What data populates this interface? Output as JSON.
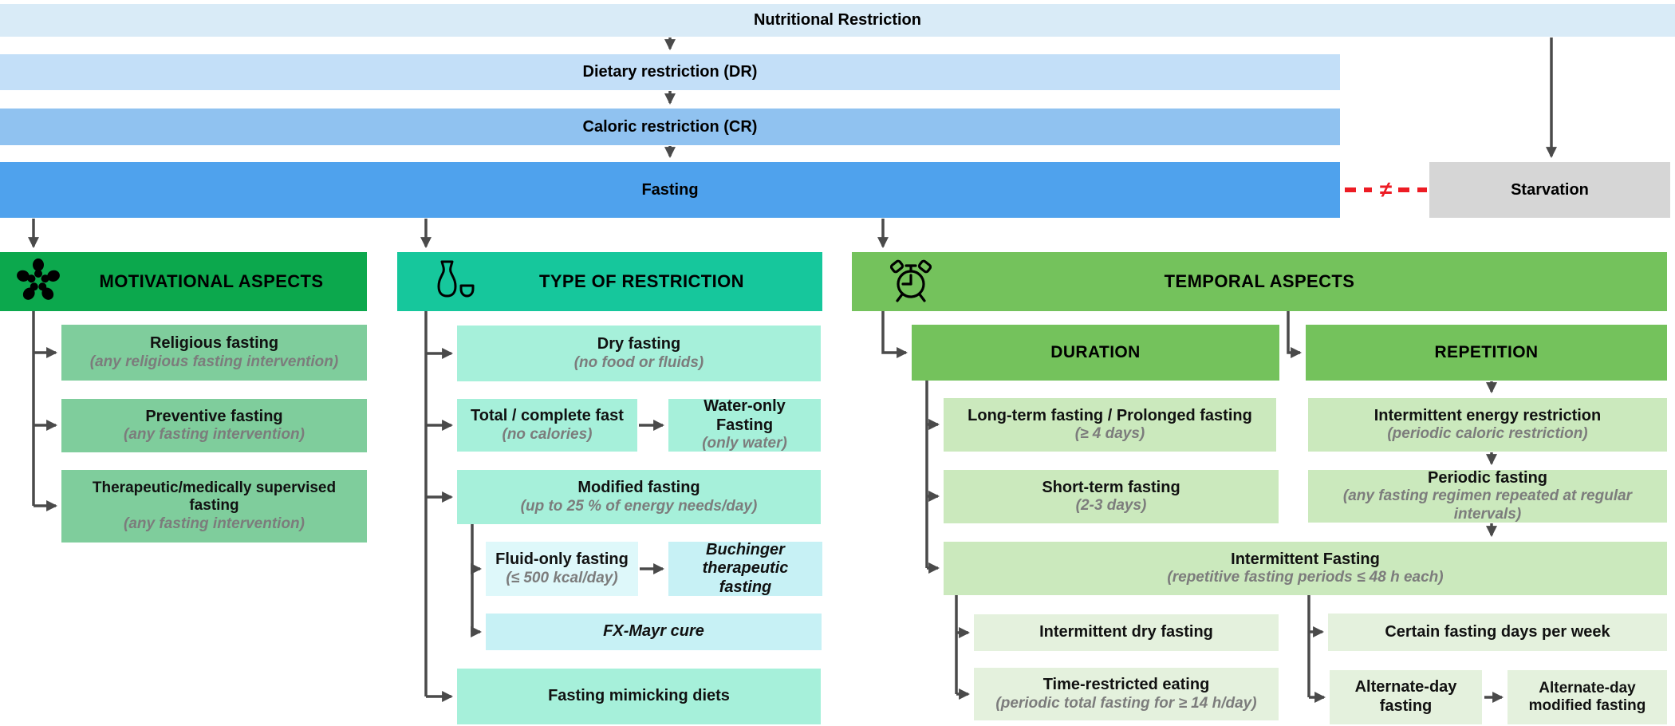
{
  "figure": {
    "description": "Hierarchical classification of nutritional restriction and fasting terminology"
  },
  "palette": {
    "bar_nutritional": "#D9EBF7",
    "bar_dietary": "#C3DFF8",
    "bar_caloric": "#90C2F0",
    "bar_fasting": "#4FA2ED",
    "starvation_gray": "#D6D6D6",
    "motivational_header_green": "#0CA84D",
    "motivational_child_green": "#7FCD9C",
    "type_header_teal": "#16C79C",
    "type_child_mint": "#A6F0DA",
    "type_subchild_pale_cyan": "#DEF8FA",
    "type_subchild_cyan": "#C7F1F5",
    "temporal_header_green": "#74C25C",
    "temporal_child_green": "#CBE9BD",
    "temporal_grandchild_green": "#E4F1DD",
    "connector_gray": "#4A4A4A",
    "not_equal_red": "#ED1C24",
    "subtitle_gray": "#7C7C7C"
  },
  "hierarchy": {
    "nutritional": {
      "label": "Nutritional Restriction"
    },
    "dietary": {
      "label": "Dietary restriction (DR)"
    },
    "caloric": {
      "label": "Caloric restriction (CR)"
    },
    "fasting": {
      "label": "Fasting"
    },
    "starvation": {
      "label": "Starvation",
      "relation_symbol": "≠"
    }
  },
  "sections": {
    "motivational": {
      "title": "MOTIVATIONAL ASPECTS",
      "icon": "people-group-icon",
      "items": {
        "religious": {
          "title": "Religious fasting",
          "subtitle": "(any religious fasting intervention)"
        },
        "preventive": {
          "title": "Preventive fasting",
          "subtitle": "(any fasting intervention)"
        },
        "therapeutic": {
          "title": "Therapeutic/medically supervised fasting",
          "subtitle": "(any fasting intervention)"
        }
      }
    },
    "type_of_restriction": {
      "title": "TYPE OF RESTRICTION",
      "icon": "carafe-cup-icon",
      "items": {
        "dry": {
          "title": "Dry fasting",
          "subtitle": "(no food or fluids)"
        },
        "total": {
          "title": "Total / complete fast",
          "subtitle": "(no calories)"
        },
        "water_only": {
          "title": "Water-only Fasting",
          "subtitle": "(only water)"
        },
        "modified": {
          "title": "Modified fasting",
          "subtitle": "(up to 25 % of energy needs/day)"
        },
        "fluid_only": {
          "title": "Fluid-only fasting",
          "subtitle": "(≤ 500 kcal/day)"
        },
        "buchinger": {
          "title": "Buchinger therapeutic fasting"
        },
        "fx_mayr": {
          "title": "FX-Mayr cure"
        },
        "mimicking": {
          "title": "Fasting mimicking diets"
        }
      }
    },
    "temporal": {
      "title": "TEMPORAL ASPECTS",
      "icon": "alarm-clock-icon",
      "duration": {
        "title": "DURATION",
        "items": {
          "long_term": {
            "title": "Long-term fasting / Prolonged fasting",
            "subtitle": "(≥ 4 days)"
          },
          "short_term": {
            "title": "Short-term fasting",
            "subtitle": "(2-3 days)"
          }
        }
      },
      "repetition": {
        "title": "REPETITION",
        "items": {
          "intermittent_energy": {
            "title": "Intermittent energy restriction",
            "subtitle": "(periodic caloric restriction)"
          },
          "periodic": {
            "title": "Periodic fasting",
            "subtitle": "(any fasting regimen repeated at regular intervals)"
          }
        }
      },
      "intermittent_fasting": {
        "title": "Intermittent Fasting",
        "subtitle": "(repetitive fasting periods ≤ 48 h each)"
      },
      "intermittent_children": {
        "dry": {
          "title": "Intermittent dry fasting"
        },
        "time_restricted": {
          "title": "Time-restricted eating",
          "subtitle": "(periodic total fasting for ≥ 14 h/day)"
        },
        "days_per_week": {
          "title": "Certain fasting days per week"
        },
        "alternate_day": {
          "title": "Alternate-day fasting"
        },
        "alternate_day_modified": {
          "title": "Alternate-day modified fasting"
        }
      }
    }
  }
}
